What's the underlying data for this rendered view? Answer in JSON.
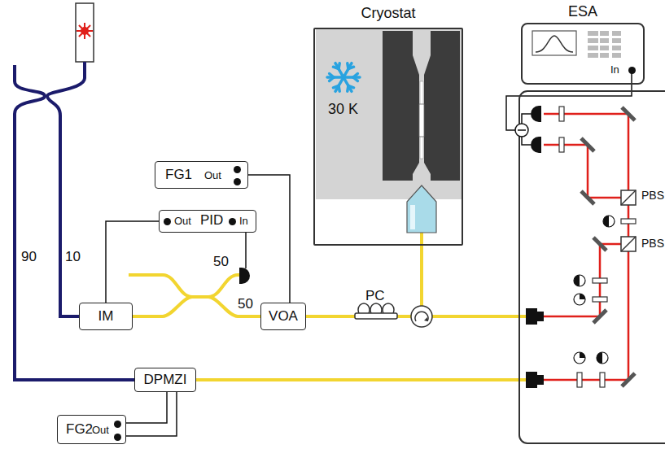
{
  "diagram": {
    "nodes": [
      {
        "text": [
          "FG1",
          "Out"
        ]
      },
      {
        "text": [
          "Out",
          "PID",
          "In"
        ]
      },
      {
        "text": [
          "IM"
        ]
      },
      {
        "text": [
          "VOA"
        ]
      },
      {
        "text": [
          "DPMZI"
        ]
      },
      {
        "text": [
          "FG2",
          "Out"
        ]
      },
      {
        "text": [
          "Cryostat",
          "30 K"
        ]
      },
      {
        "text": [
          "ESA",
          "In"
        ]
      }
    ],
    "edges": [
      {
        "from": 0,
        "to": 3,
        "arrow": "none"
      },
      {
        "from": 1,
        "to": 2,
        "arrow": "none"
      },
      {
        "from": 2,
        "to": 3,
        "arrow": "none"
      },
      {
        "from": 3,
        "to": 6,
        "arrow": "none"
      },
      {
        "from": 5,
        "to": 4,
        "arrow": "none"
      },
      {
        "from": 5,
        "to": 4,
        "arrow": "none"
      }
    ],
    "labels": [
      "90",
      "10",
      "50",
      "50",
      "PC",
      "PBS",
      "PBS"
    ]
  }
}
